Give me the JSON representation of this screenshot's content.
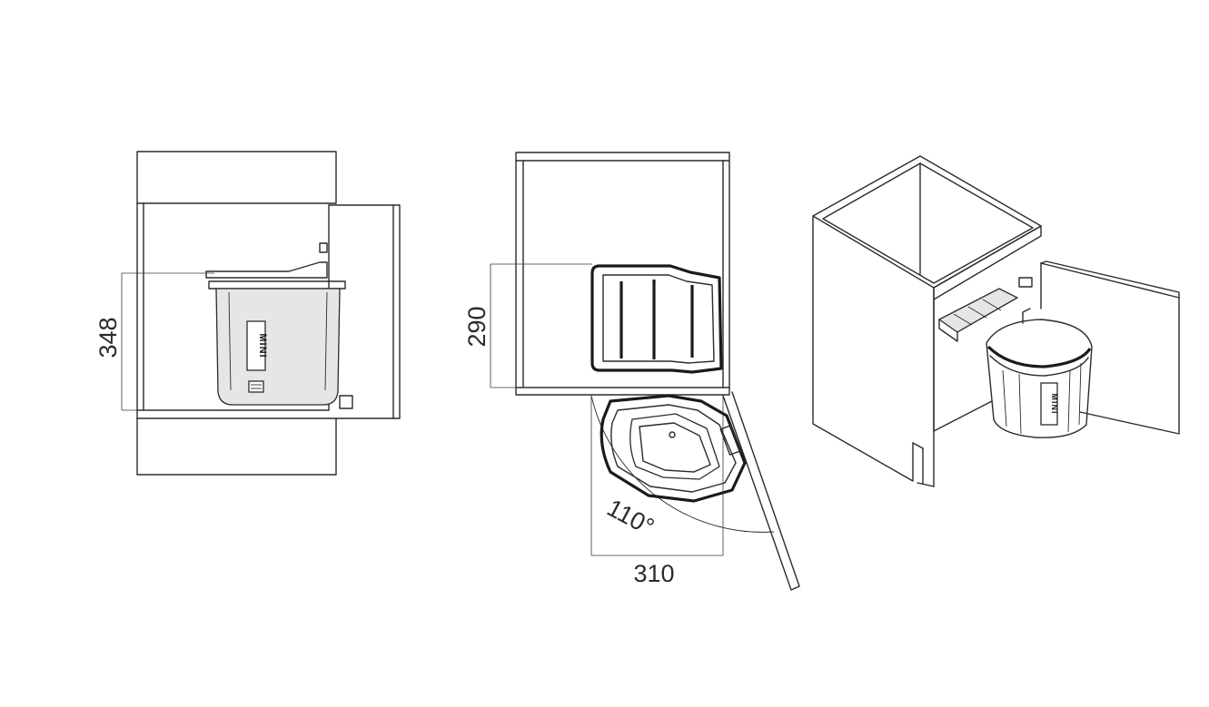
{
  "dimensions": {
    "height": "348",
    "depth": "290",
    "width": "310",
    "angle": "110°"
  },
  "labels": {
    "bin_brand": "MINI",
    "bin_brand_small": "MINI"
  },
  "colors": {
    "line": "#2b2b2b",
    "bin_fill": "#e6e6e6",
    "background": "#ffffff"
  }
}
